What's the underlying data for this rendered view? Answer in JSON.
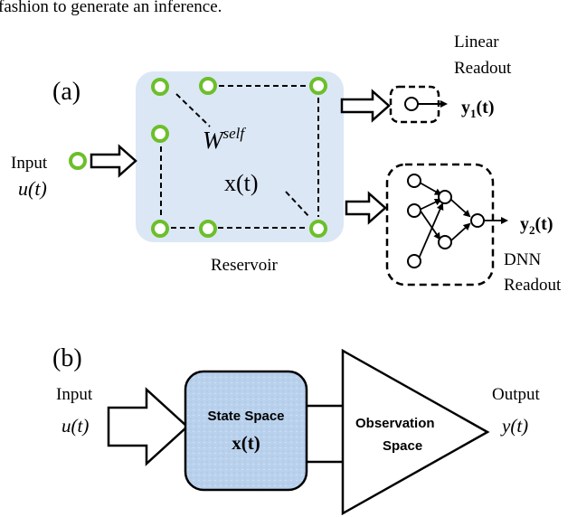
{
  "header": {
    "text": "fashion to generate an inference."
  },
  "panel_a": {
    "label": "(a)",
    "input_label": "Input",
    "input_var": "u(t)",
    "weight_symbol": "W",
    "weight_superscript": "self",
    "state_var": "x(t)",
    "reservoir_label": "Reservoir",
    "linear_readout": {
      "line1": "Linear",
      "line2": "Readout"
    },
    "output1": {
      "base": "y",
      "sub": "1",
      "tail": "(t)"
    },
    "dnn_readout": {
      "line1": "DNN",
      "line2": "Readout"
    },
    "output2": {
      "base": "y",
      "sub": "2",
      "tail": "(t)"
    }
  },
  "panel_b": {
    "label": "(b)",
    "input_label": "Input",
    "input_var": "u(t)",
    "state_space": {
      "line1": "State Space",
      "line2": "x(t)"
    },
    "observation_space": {
      "line1": "Observation",
      "line2": "Space"
    },
    "output_label": "Output",
    "output_var": "y(t)"
  },
  "colors": {
    "reservoir_fill": "#dbe7f5",
    "node_stroke": "#6cbf2a",
    "state_fill": "#b9d1ec",
    "line": "#000000"
  }
}
